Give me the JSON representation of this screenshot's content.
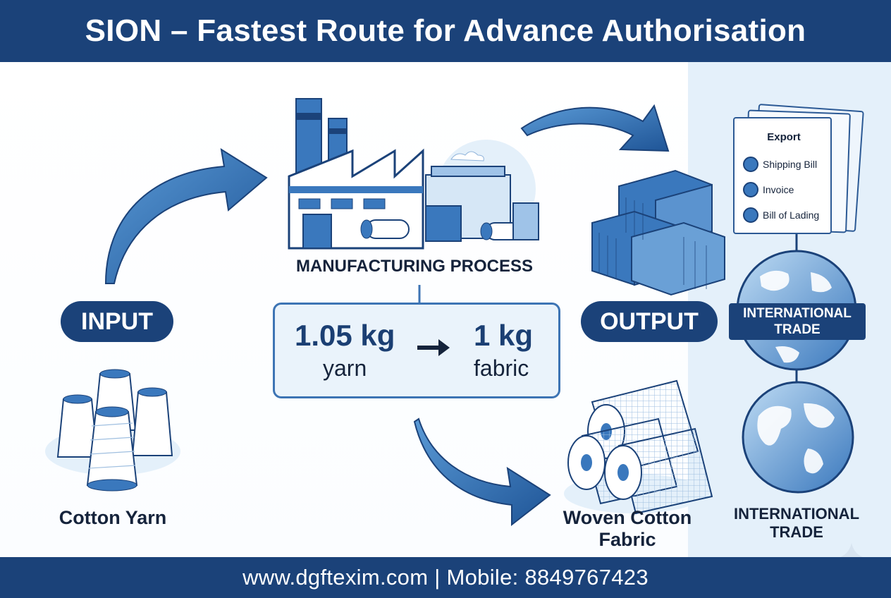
{
  "title": "SION – Fastest Route for Advance Authorisation",
  "input_label": "INPUT",
  "output_label": "OUTPUT",
  "process_label": "MANUFACTURING PROCESS",
  "input_item": "Cotton Yarn",
  "output_item": "Woven Cotton Fabric",
  "ratio": {
    "input_value": "1.05 kg",
    "input_unit": "yarn",
    "output_value": "1 kg",
    "output_unit": "fabric"
  },
  "export_doc": {
    "title": "Export",
    "items": [
      {
        "label": "Shipping Bill",
        "icon": "truck-icon"
      },
      {
        "label": "Invoice",
        "icon": "invoice-icon"
      },
      {
        "label": "Bill of Lading",
        "icon": "checklist-icon"
      }
    ]
  },
  "globe_label": "INTERNATIONAL TRADE",
  "trade_label": "INTERNATIONAL TRADE",
  "footer": "www.dgftexim.com | Mobile: 8849767423",
  "colors": {
    "navy": "#1b4279",
    "blue": "#3a78bd",
    "light_blue": "#e4f0fa"
  }
}
